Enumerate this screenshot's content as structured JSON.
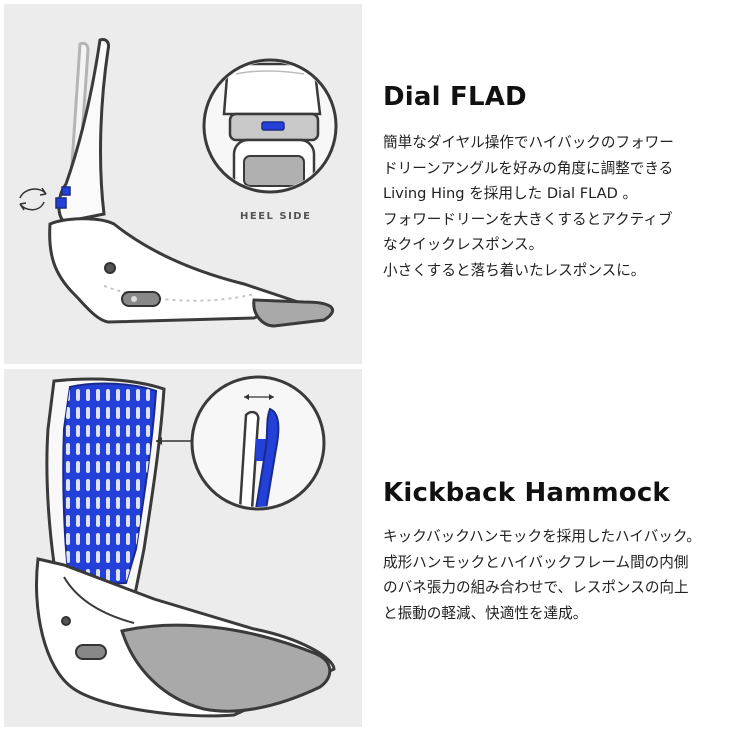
{
  "section1": {
    "title": "Dial FLAD",
    "heel_caption": "HEEL SIDE",
    "lines": [
      "簡単なダイヤル操作でハイバックのフォワー",
      "ドリーンアングルを好みの角度に調整できる",
      "Living Hing を採用した Dial FLAD 。",
      "フォワードリーンを大きくするとアクティブ",
      "なクイックレスポンス。",
      "小さくすると落ち着いたレスポンスに。"
    ]
  },
  "section2": {
    "title": "Kickback Hammock",
    "lines": [
      "キックバックハンモックを採用したハイバック。",
      "成形ハンモックとハイバックフレーム間の内側",
      "のバネ張力の組み合わせで、レスポンスの向上",
      "と振動の軽減、快適性を達成。"
    ]
  },
  "colors": {
    "panel_bg": "#ececec",
    "accent_blue": "#2340d8",
    "outline": "#3a3a3a",
    "footbed_gray": "#a9a9a9"
  },
  "icons": {
    "rotate": "rotate-arrows-icon",
    "double_arrow": "double-arrow-icon",
    "pointer": "pointer-arrow-icon"
  }
}
